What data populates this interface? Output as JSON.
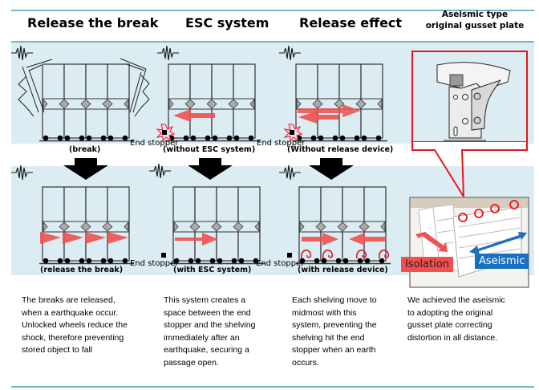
{
  "columns": [
    {
      "title": "Release the break",
      "top_caption": "(break)",
      "bottom_caption": "(release the break)",
      "description": [
        "The breaks are released,",
        "when a earthquake occur.",
        "Unlocked wheels  reduce the",
        "shock, therefore  preventing",
        "stored object to fall"
      ]
    },
    {
      "title": "ESC system",
      "top_caption": "(without ESC system)",
      "bottom_caption": "(with ESC system)",
      "end_stopper_top": "End stopper",
      "end_stopper_bottom": "End stopper",
      "description": [
        "This system creates  a",
        "space  between the end",
        "stopper and the shelving",
        "immediately after an",
        "earthquake, securing  a",
        "passage  open."
      ]
    },
    {
      "title": "Release effect",
      "top_caption": "(Without release device)",
      "bottom_caption": "(with release device)",
      "end_stopper_top": "End stopper",
      "end_stopper_bottom": "End stopper",
      "description": [
        "Each shelving move to",
        "midmost with this",
        "system, preventing the",
        "shelving hit the end",
        "stopper when an earth",
        "occurs."
      ]
    },
    {
      "title_lines": [
        "Aseismic type",
        "original gusset plate"
      ],
      "tags": {
        "isolation": "Isolation",
        "aseismic": "Aseismic"
      },
      "description": [
        "We achieved the aseismic",
        "to adopting the original",
        "gusset plate  correcting",
        "distortion  in all distance."
      ]
    }
  ],
  "colors": {
    "band": "#dcecf3",
    "rule": "#6fb8c8",
    "arrow_red": "#f05050",
    "callout_red": "#e8141e",
    "isolation_tag": "#f25050",
    "aseismic_tag": "#1a6fc0"
  }
}
